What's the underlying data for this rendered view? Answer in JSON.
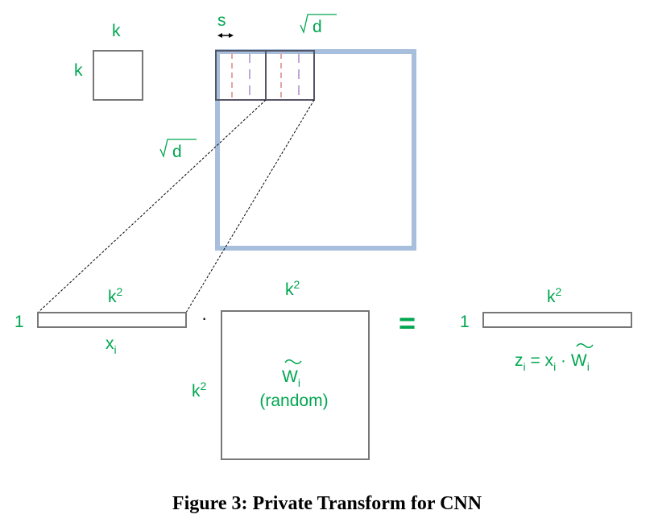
{
  "labels": {
    "k_top": "k",
    "k_left": "k",
    "s": "s",
    "sqrt_d_top": "d",
    "sqrt_d_left": "d",
    "k2_x": "k",
    "one_x": "1",
    "x_i": "x",
    "x_i_sub": "i",
    "dot": "·",
    "k2_w_top": "k",
    "k2_w_left": "k",
    "w_tilde": "W",
    "w_sub": "i",
    "random": "(random)",
    "equals": "=",
    "one_z": "1",
    "k2_z": "k",
    "z_formula_z": "z",
    "z_formula_z_sub": "i",
    "z_formula_mid": " = x",
    "z_formula_x_sub": "i",
    "z_formula_dot": " · ",
    "z_formula_w": "W",
    "z_formula_w_sub": "i",
    "superscript_two": "2"
  },
  "caption": "Figure 3: Private Transform for CNN",
  "colors": {
    "label_green": "#00a650",
    "box_gray": "#777777",
    "big_square_blue": "#a7bfdc",
    "patch_dark": "#555566",
    "dash_pink": "#e4a4a4",
    "dash_purple": "#c0a8d8"
  }
}
